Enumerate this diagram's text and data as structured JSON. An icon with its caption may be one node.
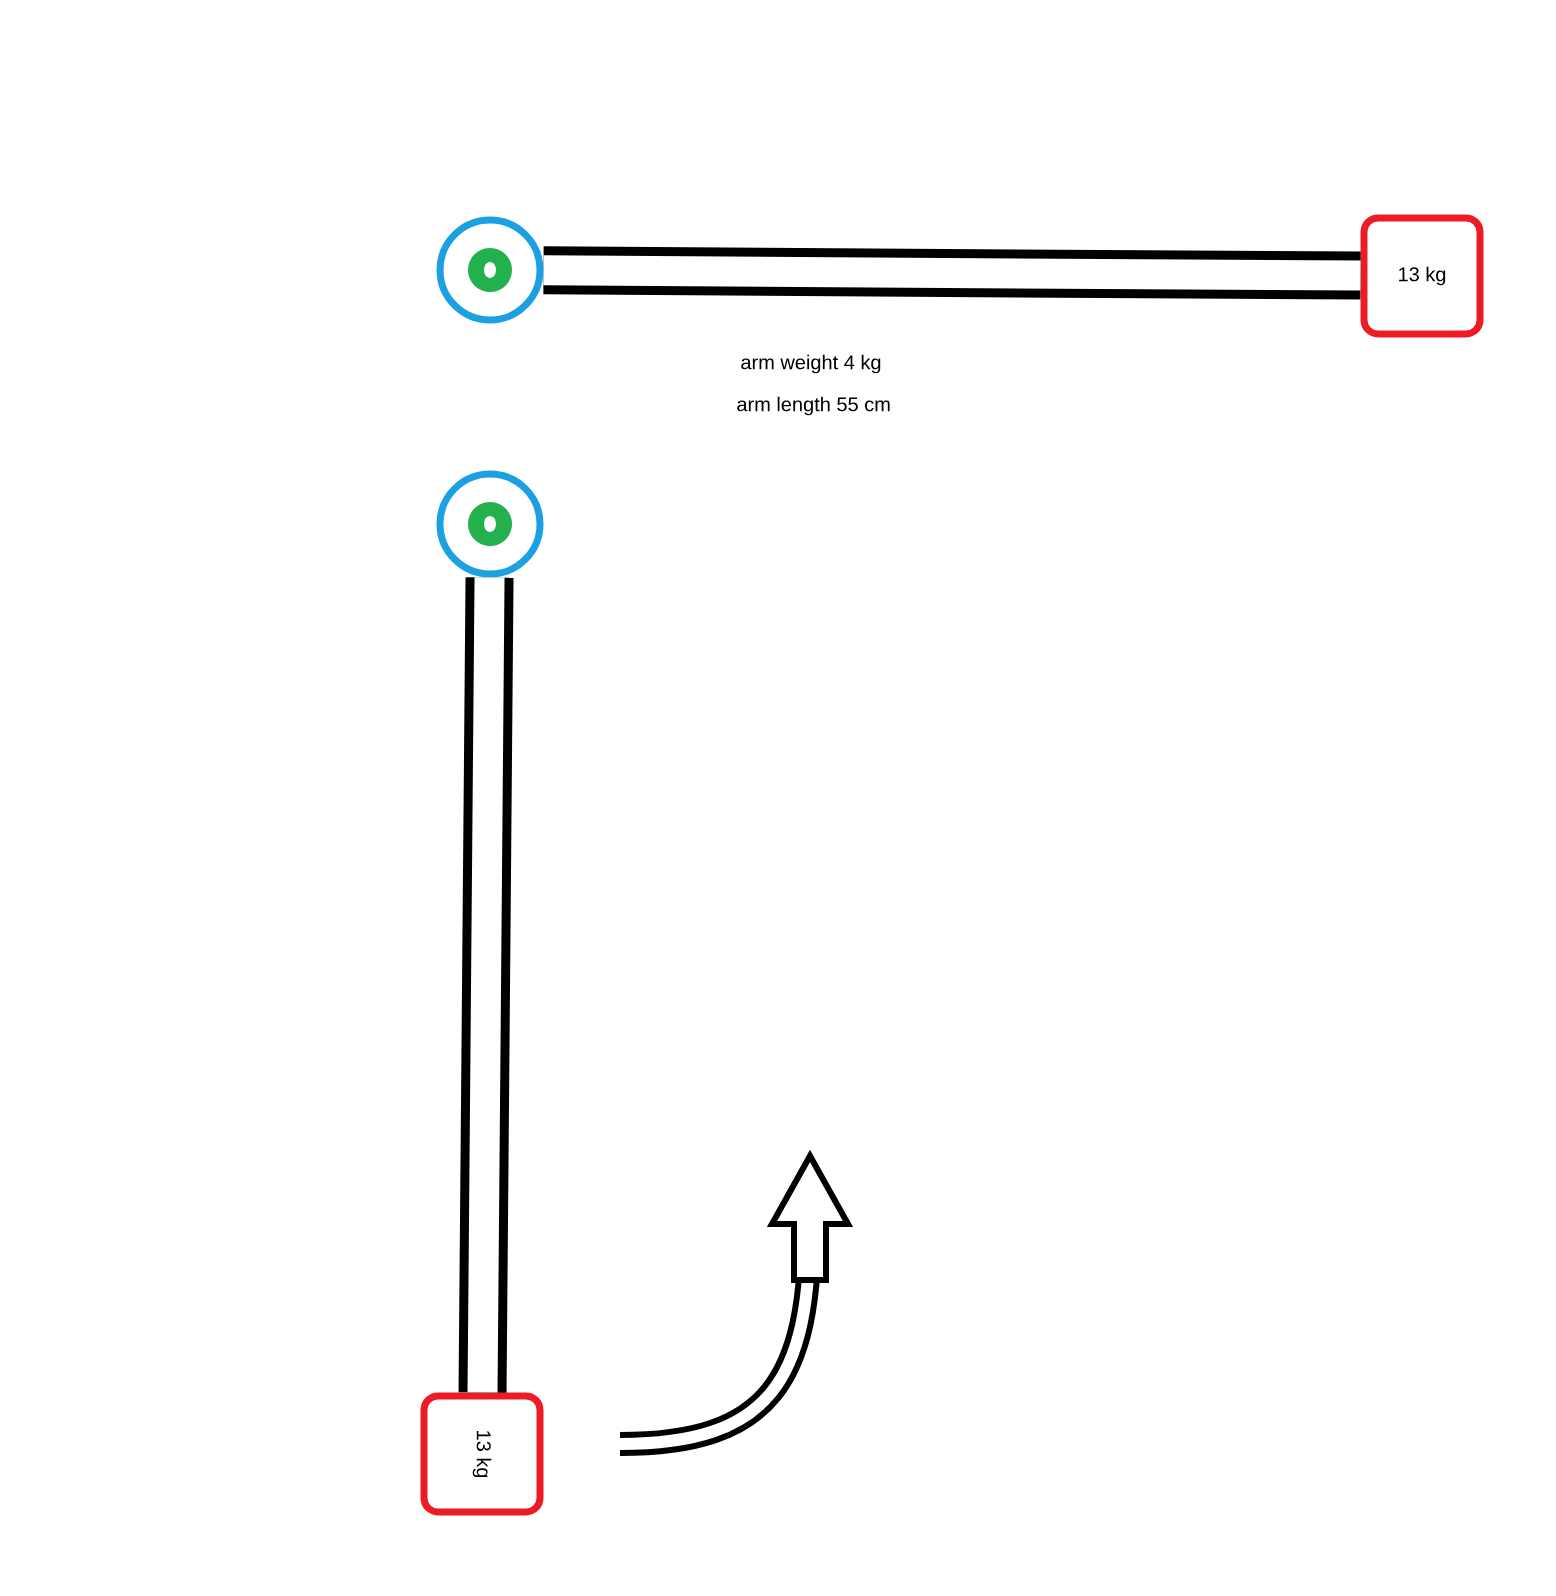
{
  "diagram": {
    "nodes": [
      {
        "text": [],
        "shape": "circle"
      },
      {
        "text": [
          "13 kg"
        ]
      },
      {
        "text": [],
        "shape": "circle"
      },
      {
        "text": [
          "13 kg"
        ]
      }
    ],
    "edges": [
      {
        "from": 0,
        "to": 1,
        "arrow": "none"
      },
      {
        "from": 2,
        "to": 3,
        "arrow": "none"
      }
    ],
    "labels": [
      "arm weight 4 kg",
      "arm length 55 cm"
    ]
  }
}
